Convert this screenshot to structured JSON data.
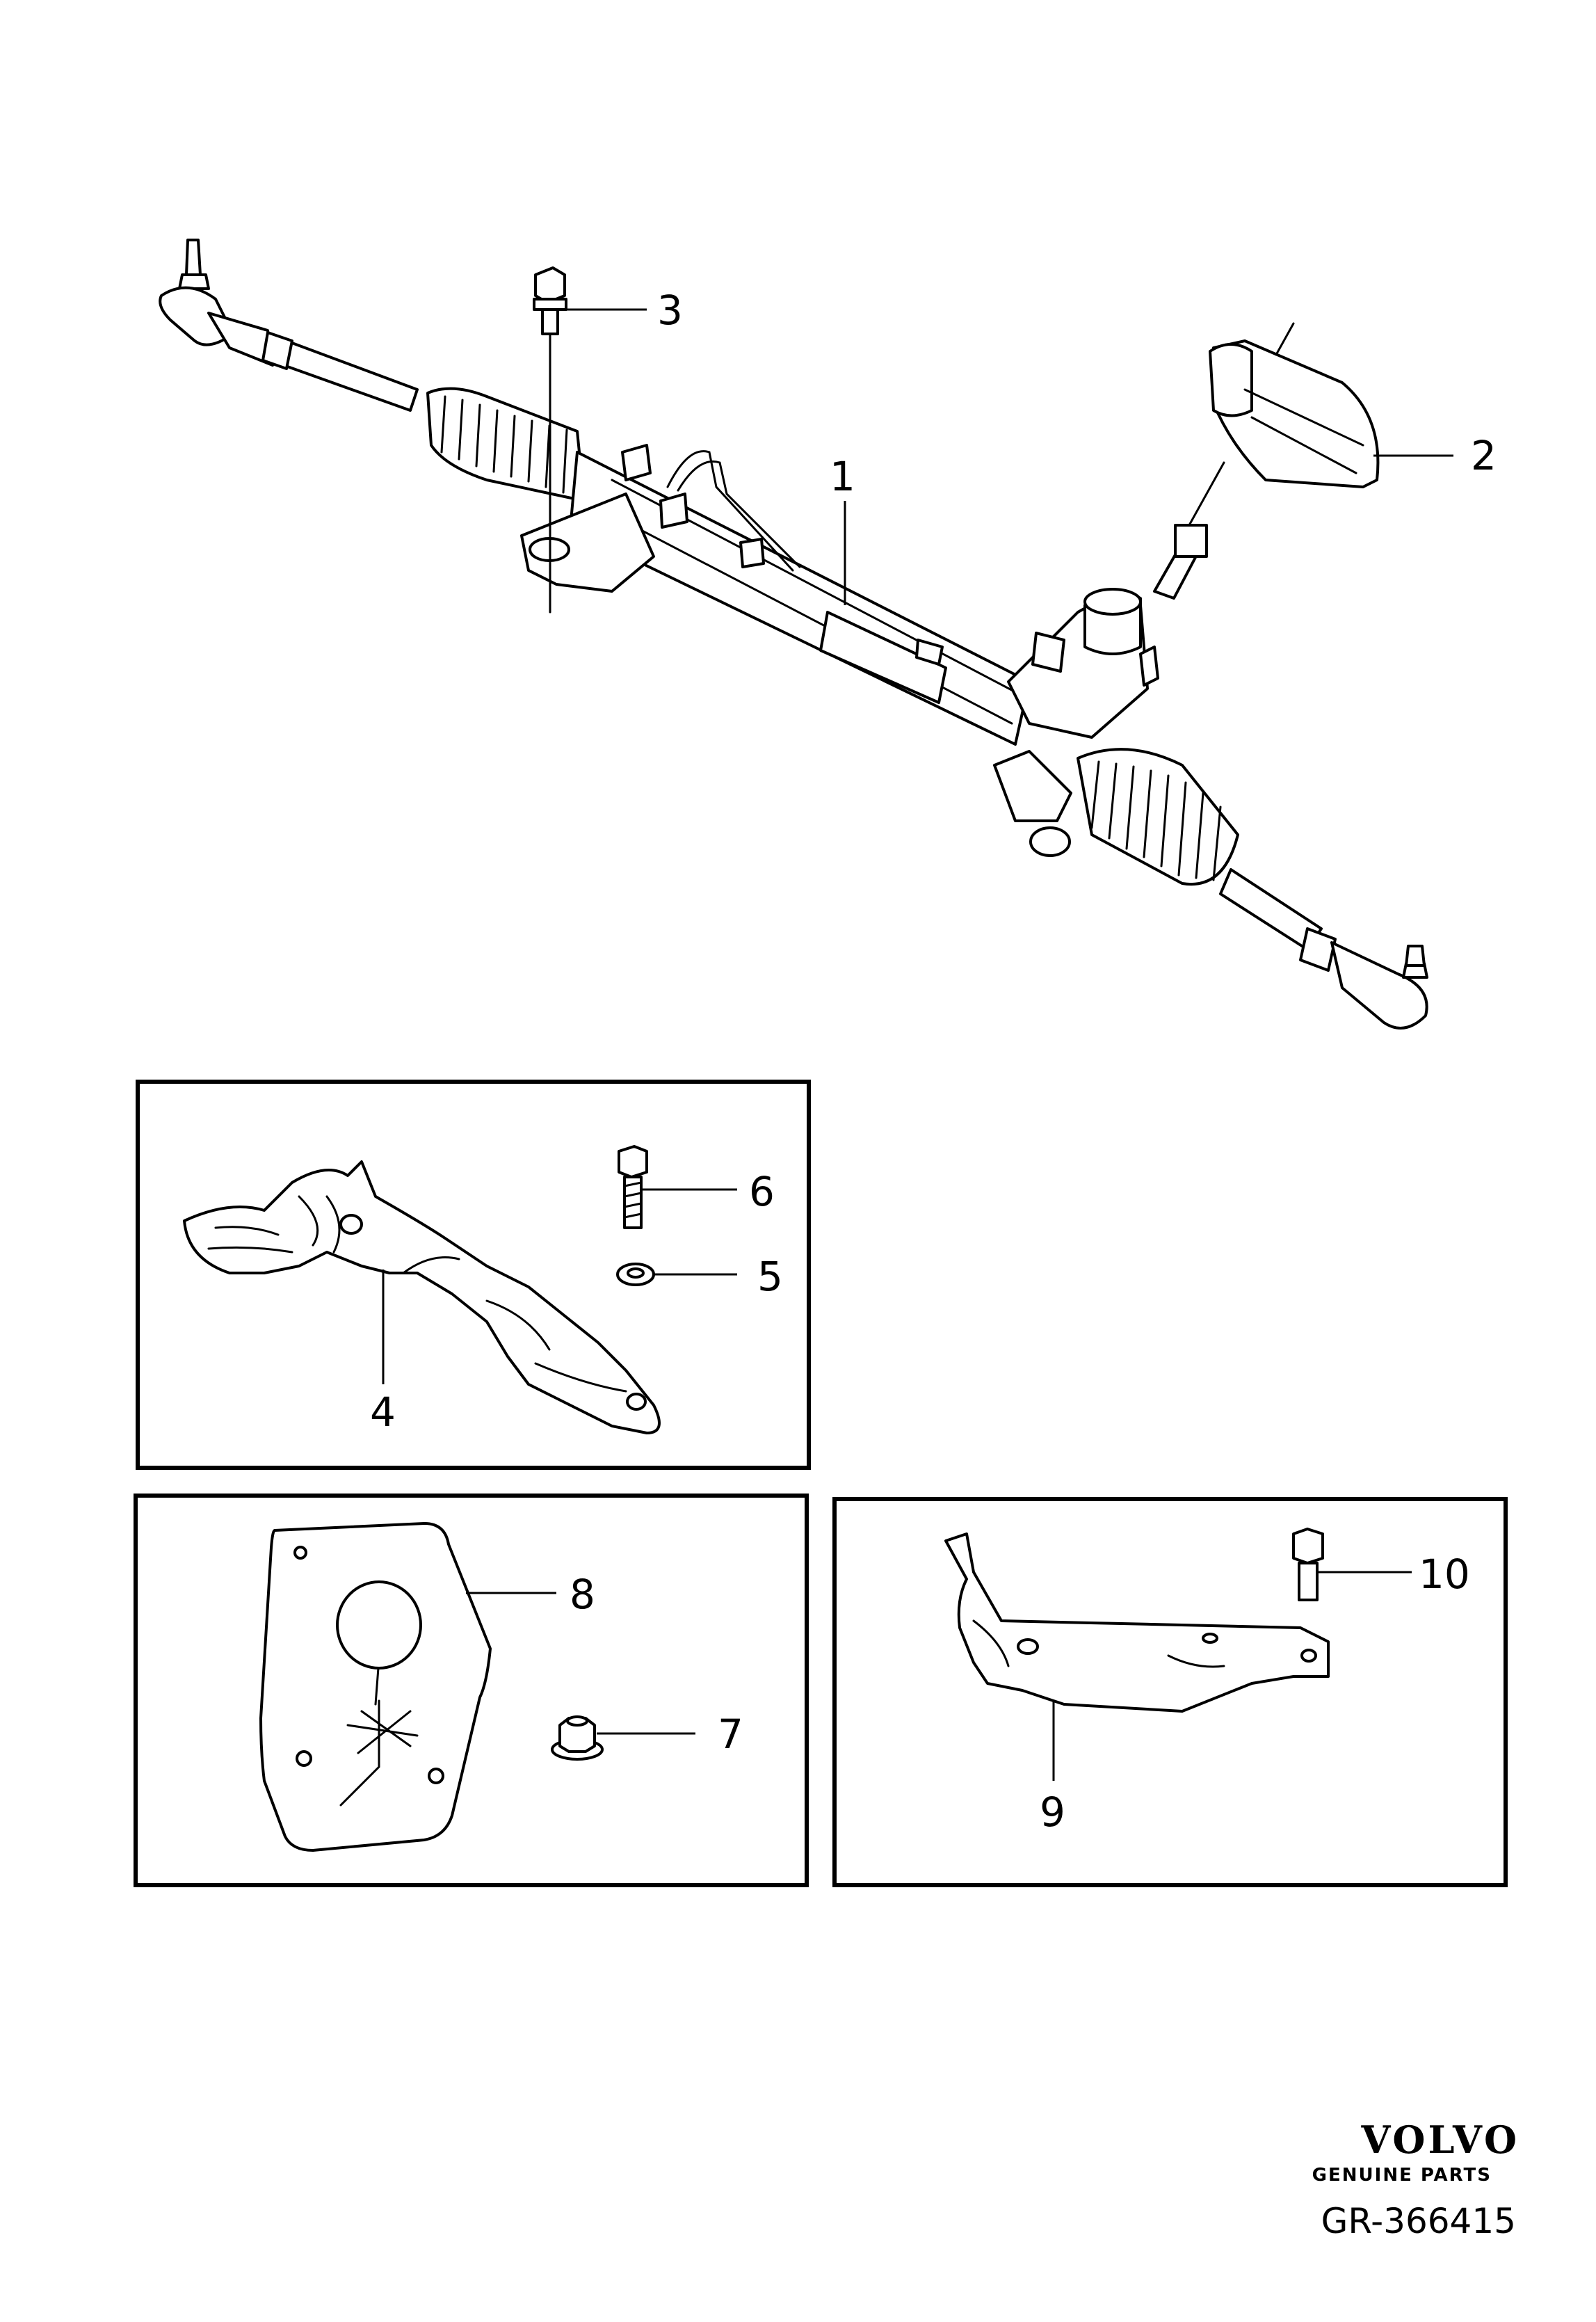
{
  "callouts": {
    "c1": "1",
    "c2": "2",
    "c3": "3",
    "c4": "4",
    "c5": "5",
    "c6": "6",
    "c7": "7",
    "c8": "8",
    "c9": "9",
    "c10": "10"
  },
  "branding": {
    "logo": "VOLVO",
    "tagline": "GENUINE PARTS"
  },
  "reference": "GR-366415",
  "colors": {
    "line": "#000000",
    "background": "#ffffff"
  }
}
